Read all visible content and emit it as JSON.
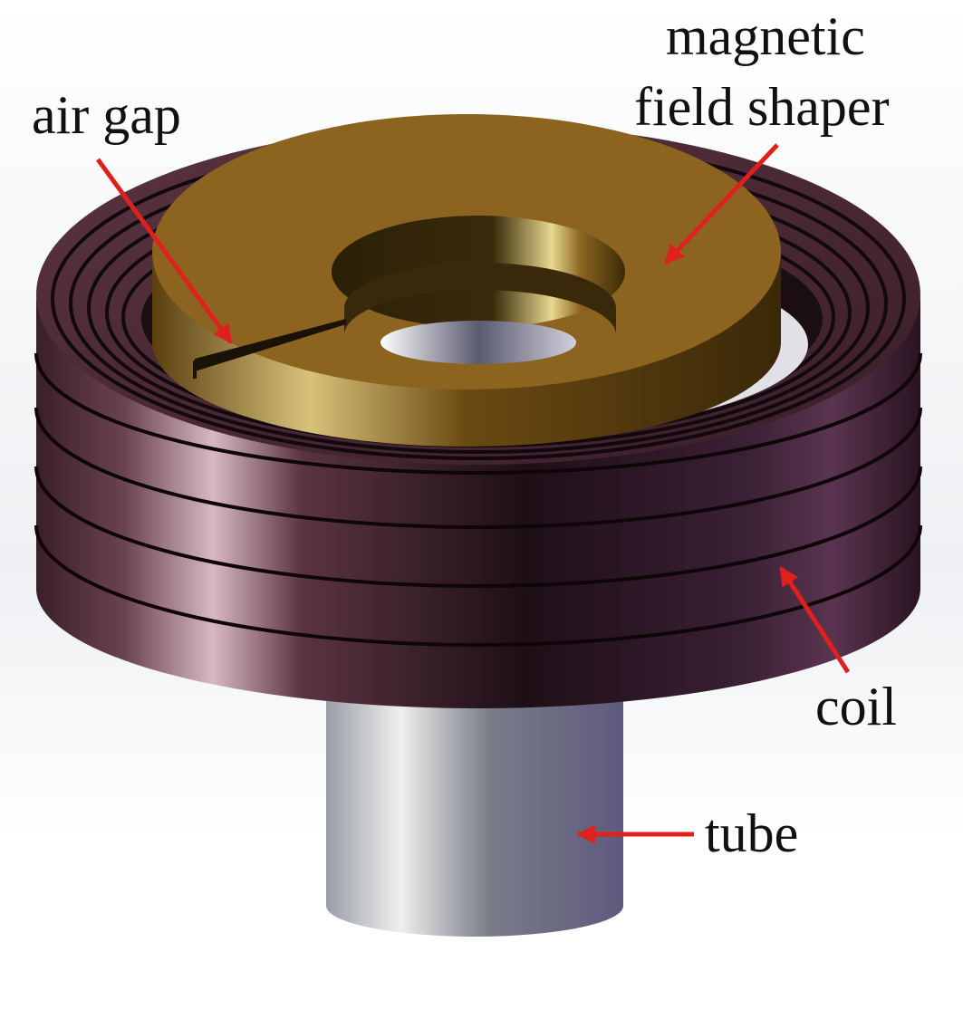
{
  "labels": {
    "air_gap": "air gap",
    "magnetic_field_shaper_line1": "magnetic",
    "magnetic_field_shaper_line2": "field shaper",
    "coil": "coil",
    "tube": "tube"
  },
  "colors": {
    "coil": "#4a2a34",
    "coil_highlight": "#c9a7b2",
    "shaper": "#8a5f18",
    "shaper_face": "#8c6420",
    "tube": "#b8bcc4",
    "arrow": "#e0201c",
    "background_fade": "#e8ebf0"
  }
}
